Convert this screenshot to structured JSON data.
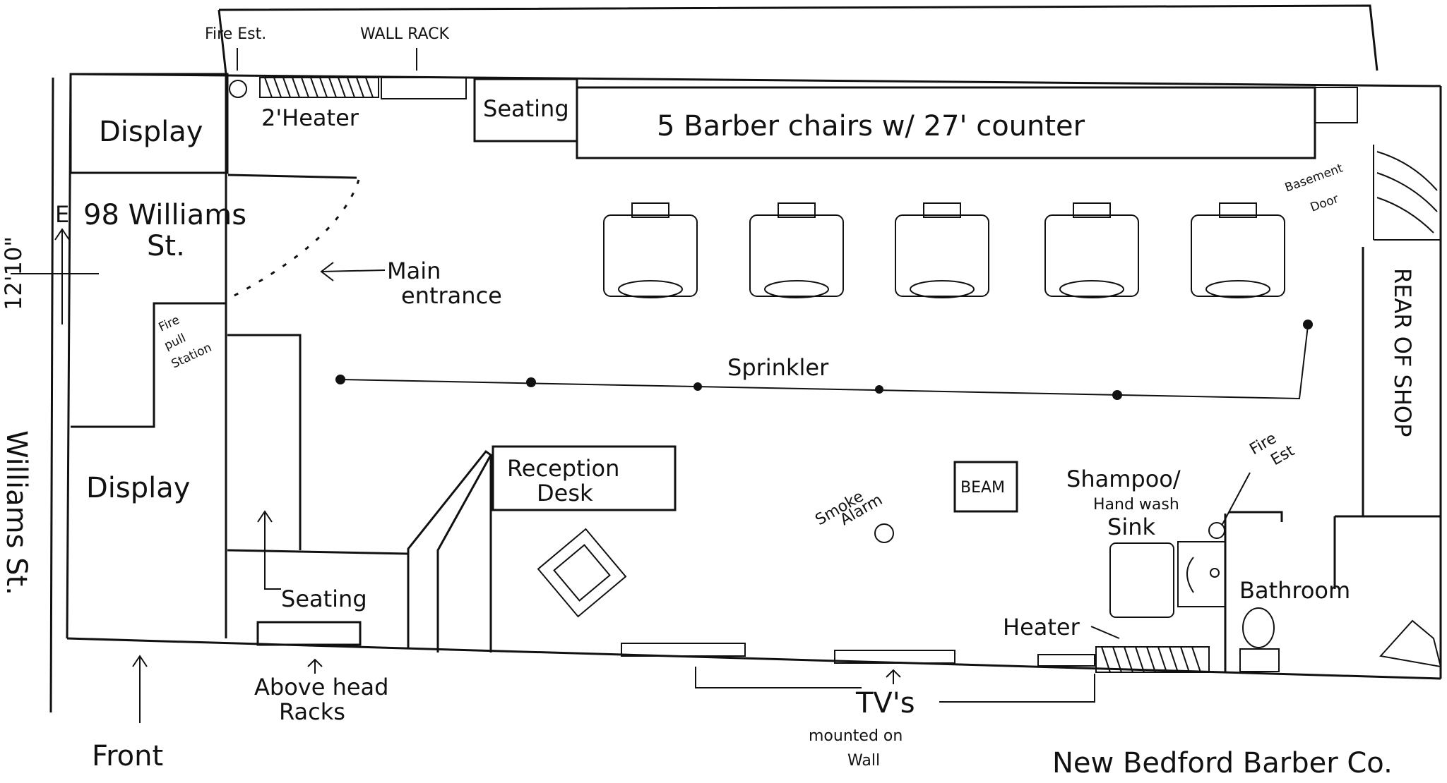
{
  "labels": {
    "fire_ext_top": "Fire Est.",
    "wall_rack": "WALL RACK",
    "heater_top": "2'Heater",
    "seating_top": "Seating",
    "barber_counter": "5 Barber chairs w/ 27' counter",
    "display_top": "Display",
    "address_line1": "98 Williams",
    "address_line2": "St.",
    "compass": "E",
    "dimension": "12'10\"",
    "street": "Williams St.",
    "main_entrance_1": "Main",
    "main_entrance_2": "entrance",
    "basement_1": "Basement",
    "basement_2": "Door",
    "rear_of_shop": "REAR OF SHOP",
    "fire_pull_1": "Fire",
    "fire_pull_2": "pull",
    "fire_pull_3": "Station",
    "sprinkler": "Sprinkler",
    "reception_1": "Reception",
    "reception_2": "Desk",
    "smoke_1": "Smoke",
    "smoke_2": "Alarm",
    "beam": "BEAM",
    "shampoo_1": "Shampoo/",
    "shampoo_2": "Hand wash",
    "shampoo_3": "Sink",
    "fire_ext_right_1": "Fire",
    "fire_ext_right_2": "Est",
    "display_bottom": "Display",
    "seating_bottom": "Seating",
    "bathroom": "Bathroom",
    "heater_bottom": "Heater",
    "above_head_1": "Above head",
    "above_head_2": "Racks",
    "tvs": "TV's",
    "tvs_sub_1": "mounted on",
    "tvs_sub_2": "Wall",
    "front": "Front",
    "company": "New Bedford Barber Co."
  }
}
